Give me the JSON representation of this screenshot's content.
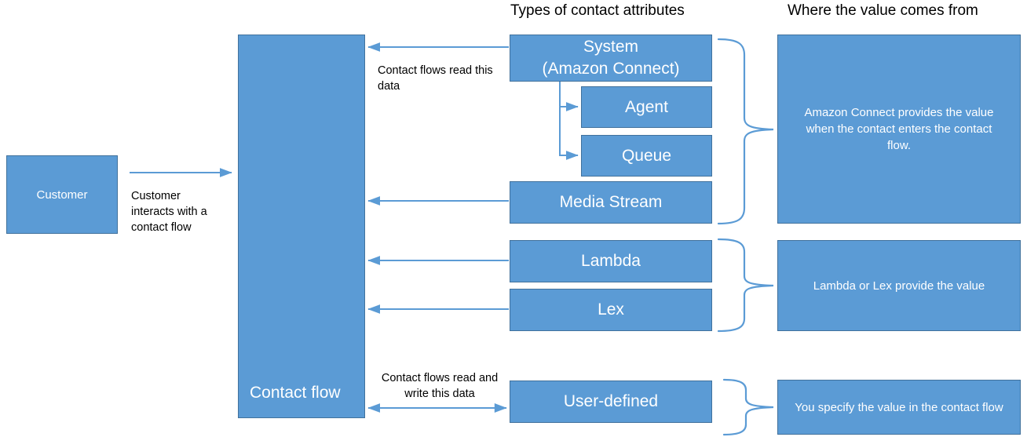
{
  "diagram": {
    "title_hidden": "",
    "colors": {
      "box_fill": "#5B9BD5",
      "box_border": "#41719C",
      "connector": "#5B9BD5",
      "text_on_box": "#FFFFFF",
      "text_on_canvas": "#000000",
      "background": "#FFFFFF"
    },
    "column_titles": {
      "types": "Types of contact attributes",
      "source": "Where the value comes from"
    },
    "nodes": {
      "customer": "Customer",
      "contact_flow": "Contact flow",
      "system": "System\n(Amazon Connect)",
      "system_line1": "System",
      "system_line2": "(Amazon Connect)",
      "agent": "Agent",
      "queue": "Queue",
      "media_stream": "Media Stream",
      "lambda": "Lambda",
      "lex": "Lex",
      "user_defined": "User-defined"
    },
    "descriptions": {
      "system_source": "Amazon Connect provides the value when the contact enters the contact flow.",
      "lambda_lex_source": "Lambda or Lex provide the value",
      "user_defined_source": "You specify the value in the contact flow"
    },
    "captions": {
      "customer_interacts": "Customer interacts with a contact flow",
      "read_this_data": "Contact flows read this data",
      "read_and_write_this_data": "Contact flows read and write this data"
    }
  }
}
